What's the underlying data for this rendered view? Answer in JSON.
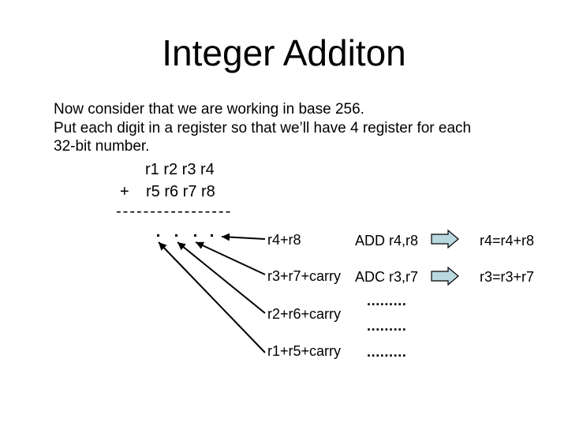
{
  "colors": {
    "background": "#ffffff",
    "text": "#000000",
    "arrow_stroke": "#000000",
    "instruction_arrow_fill": "#b9d8e0"
  },
  "slide": {
    "title": "Integer Additon",
    "body_lines": [
      "Now consider that we are working in base 256.",
      "Put each digit in a register so that we’ll have 4 register for each",
      "32-bit number."
    ],
    "sum": {
      "top_row": "r1 r2 r3 r4",
      "plus": "+",
      "bottom_row": "r5 r6 r7 r8",
      "separator": "-----------------"
    },
    "sum_terms": [
      "r4+r8",
      "r3+r7+carry",
      "r2+r6+carry",
      "r1+r5+carry"
    ],
    "instructions": [
      {
        "op": "ADD r4,r8",
        "result": "r4=r4+r8"
      },
      {
        "op": "ADC r3,r7",
        "result": "r3=r3+r7"
      }
    ],
    "ellipsis": "........."
  }
}
